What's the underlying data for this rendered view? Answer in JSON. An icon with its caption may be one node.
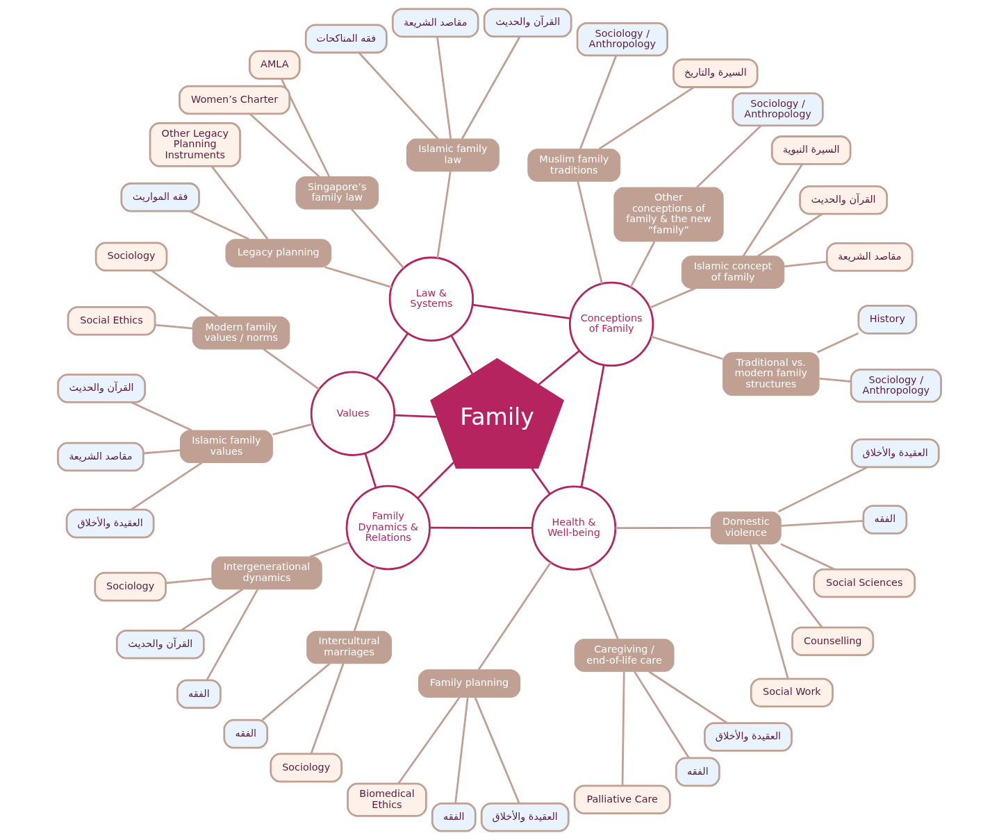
{
  "diagram": {
    "nodes": [
      {
        "text": [
          "Family"
        ]
      },
      {
        "text": [
          "Conceptions of Family"
        ]
      },
      {
        "text": [
          "Traditional vs. modern family structures"
        ]
      },
      {
        "text": [
          "Sociology / Anthropology"
        ]
      },
      {
        "text": [
          "History"
        ]
      },
      {
        "text": [
          "Islamic concept of family"
        ]
      },
      {
        "text": [
          "مقاصد الشريعة"
        ]
      },
      {
        "text": [
          "القرآن والحديث"
        ]
      },
      {
        "text": [
          "السيرة النبوية"
        ]
      },
      {
        "text": [
          "Other conceptions of family & the new “family”"
        ]
      },
      {
        "text": [
          "Sociology / Anthropology"
        ]
      },
      {
        "text": [
          "Muslim family traditions"
        ]
      },
      {
        "text": [
          "السيرة والتاريخ"
        ]
      },
      {
        "text": [
          "Sociology / Anthropology"
        ]
      },
      {
        "text": [
          "Law & Systems"
        ]
      },
      {
        "text": [
          "Islamic family law"
        ]
      },
      {
        "text": [
          "القرآن والحديث"
        ]
      },
      {
        "text": [
          "مقاصد الشريعة"
        ]
      },
      {
        "text": [
          "فقه المناكحات"
        ]
      },
      {
        "text": [
          "Singapore’s family law"
        ]
      },
      {
        "text": [
          "AMLA"
        ]
      },
      {
        "text": [
          "Women’s Charter"
        ]
      },
      {
        "text": [
          "Legacy planning"
        ]
      },
      {
        "text": [
          "Other Legacy Planning Instruments"
        ]
      },
      {
        "text": [
          "فقه المواريث"
        ]
      },
      {
        "text": [
          "Values"
        ]
      },
      {
        "text": [
          "Modern family values / norms"
        ]
      },
      {
        "text": [
          "Sociology"
        ]
      },
      {
        "text": [
          "Social Ethics"
        ]
      },
      {
        "text": [
          "Islamic family values"
        ]
      },
      {
        "text": [
          "القرآن والحديث"
        ]
      },
      {
        "text": [
          "مقاصد الشريعة"
        ]
      },
      {
        "text": [
          "العقيدة والأخلاق"
        ]
      },
      {
        "text": [
          "Family Dynamics & Relations"
        ]
      },
      {
        "text": [
          "Intergenerational dynamics"
        ]
      },
      {
        "text": [
          "Sociology"
        ]
      },
      {
        "text": [
          "القرآن والحديث"
        ]
      },
      {
        "text": [
          "الفقه"
        ]
      },
      {
        "text": [
          "Intercultural marriages"
        ]
      },
      {
        "text": [
          "الفقه"
        ]
      },
      {
        "text": [
          "Sociology"
        ]
      },
      {
        "text": [
          "Health & Well-being"
        ]
      },
      {
        "text": [
          "Family planning"
        ]
      },
      {
        "text": [
          "Biomedical Ethics"
        ]
      },
      {
        "text": [
          "الفقه"
        ]
      },
      {
        "text": [
          "العقيدة والأخلاق"
        ]
      },
      {
        "text": [
          "Caregiving / end-of-life care"
        ]
      },
      {
        "text": [
          "Palliative Care"
        ]
      },
      {
        "text": [
          "الفقه"
        ]
      },
      {
        "text": [
          "العقيدة والأخلاق"
        ]
      },
      {
        "text": [
          "Domestic violence"
        ]
      },
      {
        "text": [
          "Social Work"
        ]
      },
      {
        "text": [
          "Counselling"
        ]
      },
      {
        "text": [
          "Social Sciences"
        ]
      },
      {
        "text": [
          "الفقه"
        ]
      },
      {
        "text": [
          "العقيدة والأخلاق"
        ]
      }
    ],
    "edges": [
      {
        "from": 0,
        "to": 1,
        "arrow": "none",
        "color": "#b5245f"
      },
      {
        "from": 0,
        "to": 14,
        "arrow": "none",
        "color": "#b5245f"
      },
      {
        "from": 0,
        "to": 25,
        "arrow": "none",
        "color": "#b5245f"
      },
      {
        "from": 0,
        "to": 33,
        "arrow": "none",
        "color": "#b5245f"
      },
      {
        "from": 0,
        "to": 41,
        "arrow": "none",
        "color": "#b5245f"
      },
      {
        "from": 1,
        "to": 14,
        "arrow": "none",
        "color": "#b5245f"
      },
      {
        "from": 14,
        "to": 25,
        "arrow": "none",
        "color": "#b5245f"
      },
      {
        "from": 25,
        "to": 33,
        "arrow": "none",
        "color": "#b5245f"
      },
      {
        "from": 33,
        "to": 41,
        "arrow": "none",
        "color": "#b5245f"
      },
      {
        "from": 41,
        "to": 1,
        "arrow": "none",
        "color": "#b5245f"
      },
      {
        "from": 1,
        "to": 2,
        "arrow": "none"
      },
      {
        "from": 2,
        "to": 3,
        "arrow": "none"
      },
      {
        "from": 2,
        "to": 4,
        "arrow": "none"
      },
      {
        "from": 1,
        "to": 5,
        "arrow": "none"
      },
      {
        "from": 5,
        "to": 6,
        "arrow": "none"
      },
      {
        "from": 5,
        "to": 7,
        "arrow": "none"
      },
      {
        "from": 5,
        "to": 8,
        "arrow": "none"
      },
      {
        "from": 1,
        "to": 9,
        "arrow": "none"
      },
      {
        "from": 9,
        "to": 10,
        "arrow": "none"
      },
      {
        "from": 1,
        "to": 11,
        "arrow": "none"
      },
      {
        "from": 11,
        "to": 12,
        "arrow": "none"
      },
      {
        "from": 11,
        "to": 13,
        "arrow": "none"
      },
      {
        "from": 14,
        "to": 15,
        "arrow": "none"
      },
      {
        "from": 15,
        "to": 16,
        "arrow": "none"
      },
      {
        "from": 15,
        "to": 17,
        "arrow": "none"
      },
      {
        "from": 15,
        "to": 18,
        "arrow": "none"
      },
      {
        "from": 14,
        "to": 19,
        "arrow": "none"
      },
      {
        "from": 19,
        "to": 20,
        "arrow": "none"
      },
      {
        "from": 19,
        "to": 21,
        "arrow": "none"
      },
      {
        "from": 14,
        "to": 22,
        "arrow": "none"
      },
      {
        "from": 22,
        "to": 23,
        "arrow": "none"
      },
      {
        "from": 22,
        "to": 24,
        "arrow": "none"
      },
      {
        "from": 25,
        "to": 26,
        "arrow": "none"
      },
      {
        "from": 26,
        "to": 27,
        "arrow": "none"
      },
      {
        "from": 26,
        "to": 28,
        "arrow": "none"
      },
      {
        "from": 25,
        "to": 29,
        "arrow": "none"
      },
      {
        "from": 29,
        "to": 30,
        "arrow": "none"
      },
      {
        "from": 29,
        "to": 31,
        "arrow": "none"
      },
      {
        "from": 29,
        "to": 32,
        "arrow": "none"
      },
      {
        "from": 33,
        "to": 34,
        "arrow": "none"
      },
      {
        "from": 34,
        "to": 35,
        "arrow": "none"
      },
      {
        "from": 34,
        "to": 36,
        "arrow": "none"
      },
      {
        "from": 34,
        "to": 37,
        "arrow": "none"
      },
      {
        "from": 33,
        "to": 38,
        "arrow": "none"
      },
      {
        "from": 38,
        "to": 39,
        "arrow": "none"
      },
      {
        "from": 38,
        "to": 40,
        "arrow": "none"
      },
      {
        "from": 41,
        "to": 42,
        "arrow": "none"
      },
      {
        "from": 42,
        "to": 43,
        "arrow": "none"
      },
      {
        "from": 42,
        "to": 44,
        "arrow": "none"
      },
      {
        "from": 42,
        "to": 45,
        "arrow": "none"
      },
      {
        "from": 41,
        "to": 46,
        "arrow": "none"
      },
      {
        "from": 46,
        "to": 47,
        "arrow": "none"
      },
      {
        "from": 46,
        "to": 48,
        "arrow": "none"
      },
      {
        "from": 46,
        "to": 49,
        "arrow": "none"
      },
      {
        "from": 41,
        "to": 50,
        "arrow": "none"
      },
      {
        "from": 50,
        "to": 51,
        "arrow": "none"
      },
      {
        "from": 50,
        "to": 52,
        "arrow": "none"
      },
      {
        "from": 50,
        "to": 53,
        "arrow": "none"
      },
      {
        "from": 50,
        "to": 54,
        "arrow": "none"
      },
      {
        "from": 50,
        "to": 55,
        "arrow": "none"
      }
    ]
  }
}
